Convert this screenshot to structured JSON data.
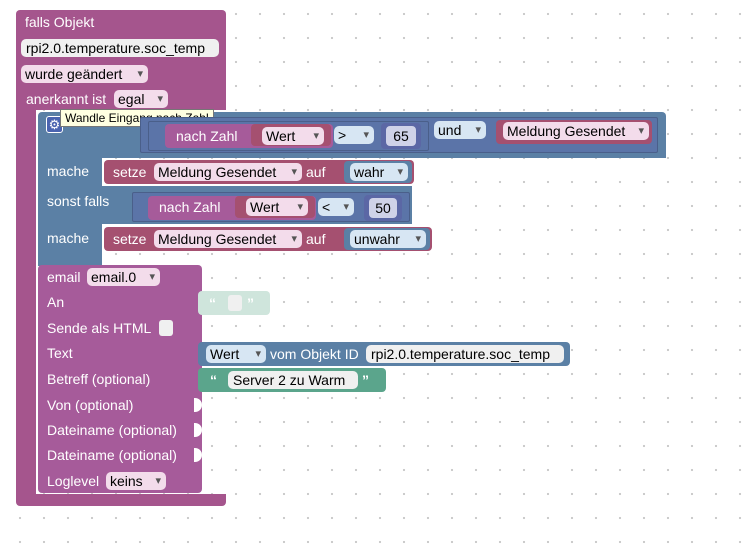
{
  "trigger": {
    "title": "falls Objekt",
    "object_id": "rpi2.0.temperature.soc_temp",
    "condition": "wurde geändert",
    "ack_label": "anerkannt ist",
    "ack_value": "egal"
  },
  "tooltip": "Wandle Eingang nach Zahl",
  "if_block": {
    "gear_label": "⚙",
    "cond1": {
      "to_number": "nach Zahl",
      "var": "Wert",
      "op": ">",
      "value": "65",
      "logic": "und",
      "var2": "Meldung Gesendet"
    },
    "do1": {
      "mache": "mache",
      "setze": "setze",
      "var": "Meldung Gesendet",
      "auf": "auf",
      "value": "wahr"
    },
    "elseif": "sonst falls",
    "cond2": {
      "to_number": "nach Zahl",
      "var": "Wert",
      "op": "<",
      "value": "50"
    },
    "do2": {
      "mache": "mache",
      "setze": "setze",
      "var": "Meldung Gesendet",
      "auf": "auf",
      "value": "unwahr"
    }
  },
  "email": {
    "label": "email",
    "instance": "email.0",
    "to": "An",
    "html": "Sende als HTML",
    "text": "Text",
    "text_var": "Wert",
    "text_from": "vom Objekt ID",
    "text_object": "rpi2.0.temperature.soc_temp",
    "subject": "Betreff (optional)",
    "subject_value": "Server 2 zu Warm",
    "from": "Von (optional)",
    "file1": "Dateiname (optional)",
    "file2": "Dateiname (optional)",
    "loglevel": "Loglevel",
    "loglevel_value": "keins"
  }
}
